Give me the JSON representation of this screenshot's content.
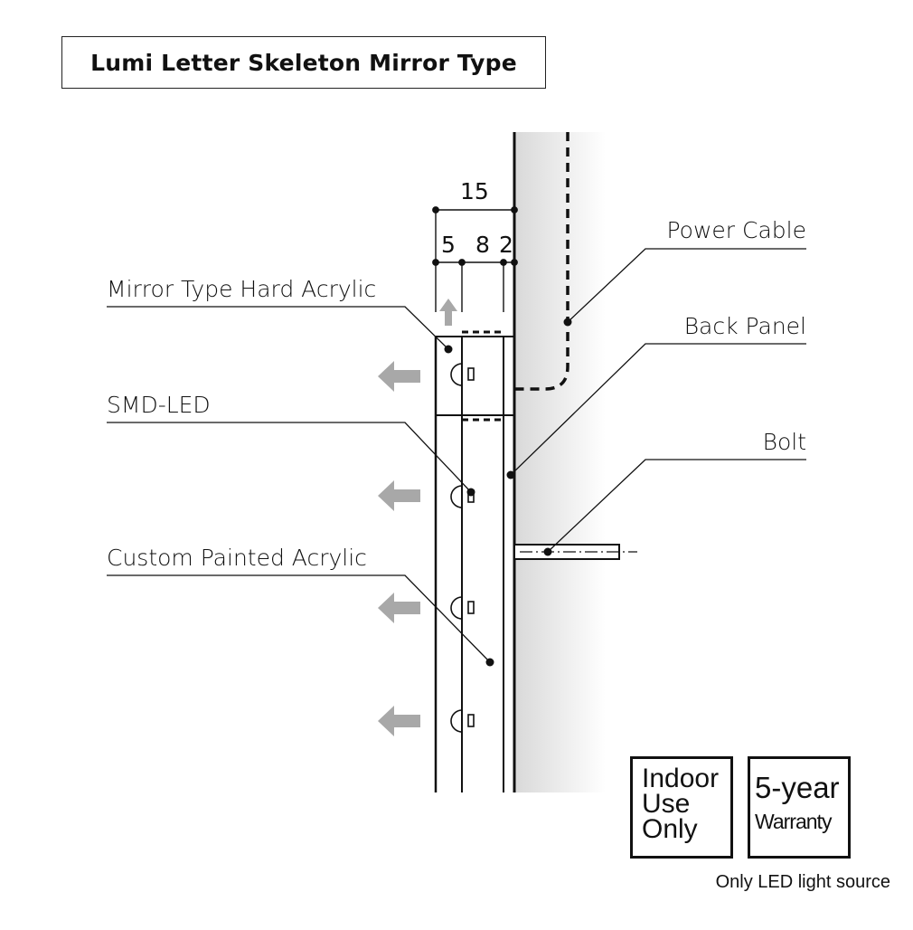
{
  "title": "Lumi Letter Skeleton Mirror Type",
  "dimensions": {
    "total": "15",
    "d1": "5",
    "d2": "8",
    "d3": "2"
  },
  "callouts": {
    "mirror_acrylic": "Mirror Type Hard Acrylic",
    "smd_led": "SMD-LED",
    "custom_acrylic": "Custom Painted Acrylic",
    "power_cable": "Power Cable",
    "back_panel": "Back Panel",
    "bolt": "Bolt"
  },
  "badges": {
    "indoor": [
      "Indoor",
      "Use",
      "Only"
    ],
    "warranty": [
      "5-year",
      "Warranty"
    ]
  },
  "note": "Only LED light source",
  "colors": {
    "line": "#111111",
    "arrow": "#a8a8a8",
    "wall_shade": "#e2e2e2"
  }
}
